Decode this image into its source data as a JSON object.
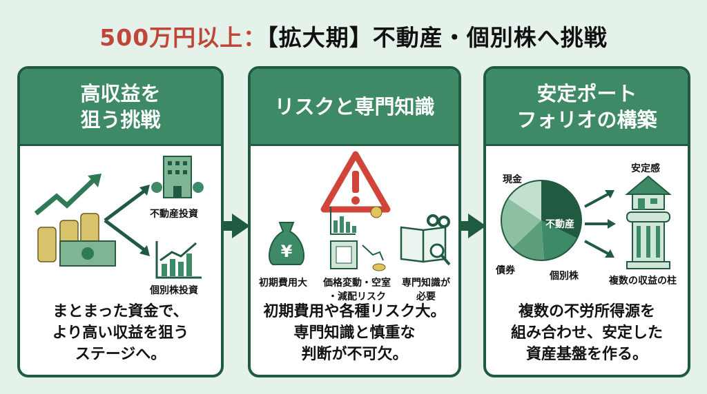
{
  "title": {
    "prefix": "500万円以上：",
    "main": "【拡大期】不動産・個別株へ挑戦"
  },
  "panels": [
    {
      "heading_line1": "高収益を",
      "heading_line2": "狙う挑戦",
      "labels": {
        "real_estate": "不動産投資",
        "stocks": "個別株投資"
      },
      "desc": [
        "まとまった資金で、",
        "より高い収益を狙う",
        "ステージへ。"
      ]
    },
    {
      "heading_line1": "リスクと専門知識",
      "labels": {
        "initial_cost": "初期費用大",
        "risk_line1": "価格変動・空室",
        "risk_line2": "・減配リスク",
        "knowledge_line1": "専門知識が",
        "knowledge_line2": "必要"
      },
      "desc": [
        "初期費用や各種リスク大。",
        "専門知識と慎重な",
        "判断が不可欠。"
      ]
    },
    {
      "heading_line1": "安定ポート",
      "heading_line2": "フォリオの構築",
      "labels": {
        "cash": "現金",
        "real_estate": "不動産",
        "bonds": "債券",
        "stocks": "個別株",
        "stability": "安定感",
        "pillar": "複数の収益の柱"
      },
      "desc": [
        "複数の不労所得源を",
        "組み合わせ、安定した",
        "資産基盤を作る。"
      ]
    }
  ],
  "colors": {
    "accent": "#3f8a66",
    "dark": "#1f5a41",
    "title_red": "#c0453a",
    "bg": "#e5f2ea"
  }
}
